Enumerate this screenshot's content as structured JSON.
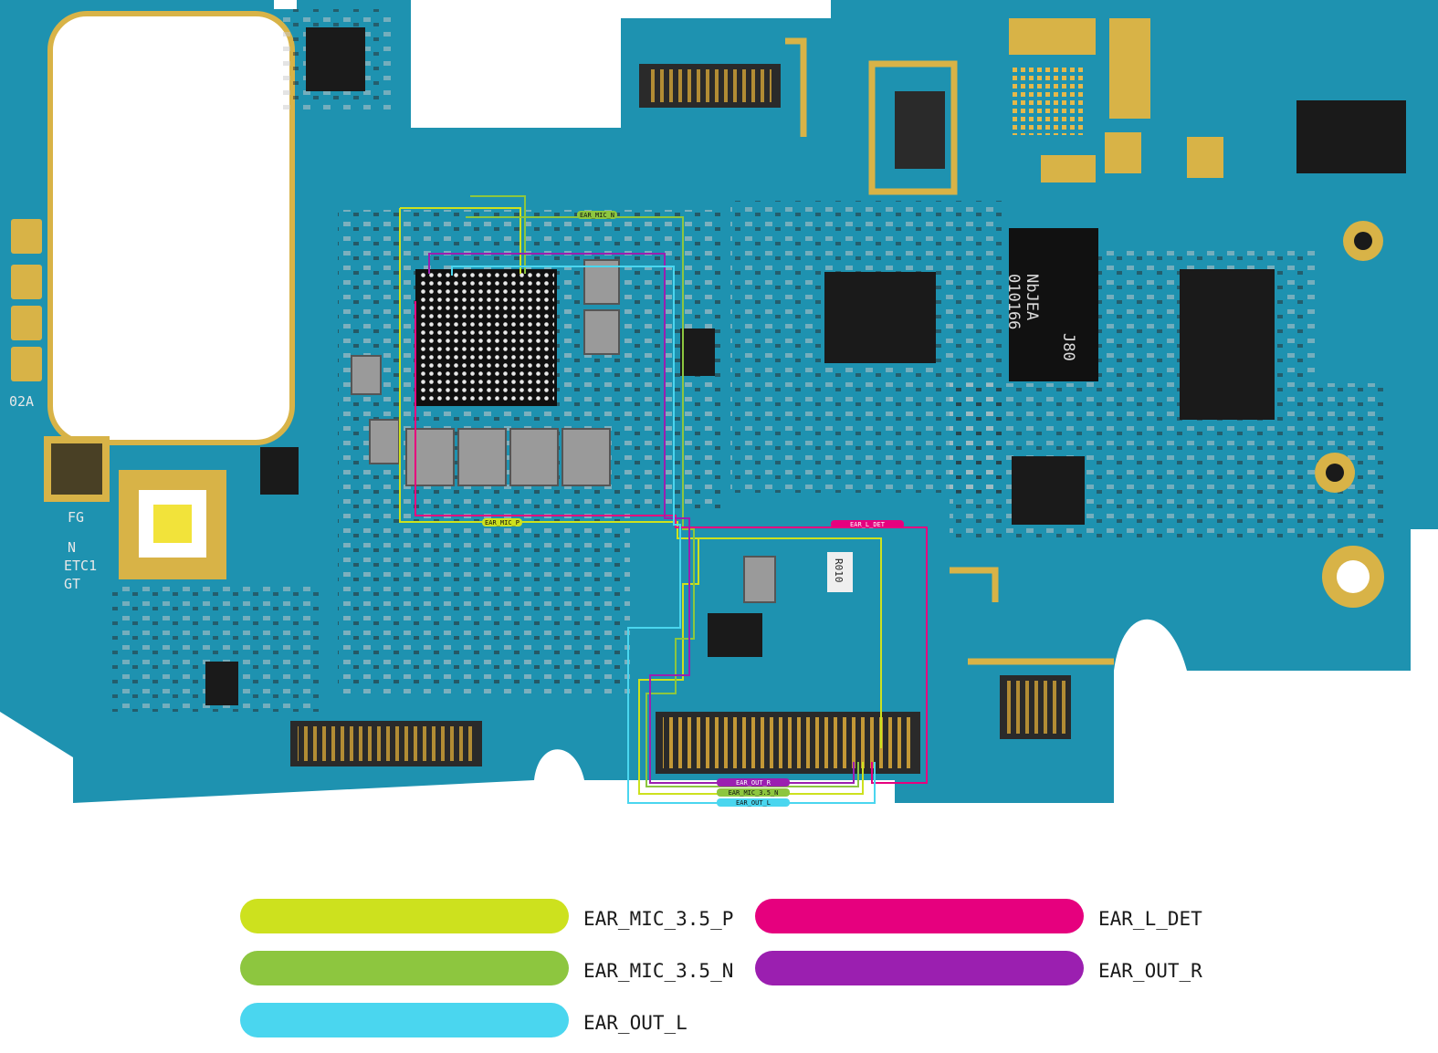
{
  "legend": [
    {
      "label": "EAR_MIC_3.5_P",
      "color": "#cde11e"
    },
    {
      "label": "EAR_L_DET",
      "color": "#e6007e"
    },
    {
      "label": "EAR_MIC_3.5_N",
      "color": "#8dc63f"
    },
    {
      "label": "EAR_OUT_R",
      "color": "#9b1fb0"
    },
    {
      "label": "EAR_OUT_L",
      "color": "#4ad6ef"
    }
  ],
  "board": {
    "pcb_color": "#1e92b0",
    "connector_labels": [
      "EAR_OUT_R",
      "EAR_MIC_3.5_N",
      "EAR_OUT_L"
    ],
    "trace_labels": [
      "EAR_MIC_N",
      "EAR_MIC_P",
      "EAR_L_DET"
    ],
    "chip_markings": {
      "chip_a": "NbJEA",
      "chip_b": "010166",
      "chip_c": "J80",
      "resistor": "R010",
      "silk_a": "FG",
      "silk_b": "N",
      "silk_c": "ETC1",
      "silk_d": "GT",
      "silk_e": "02A"
    }
  }
}
